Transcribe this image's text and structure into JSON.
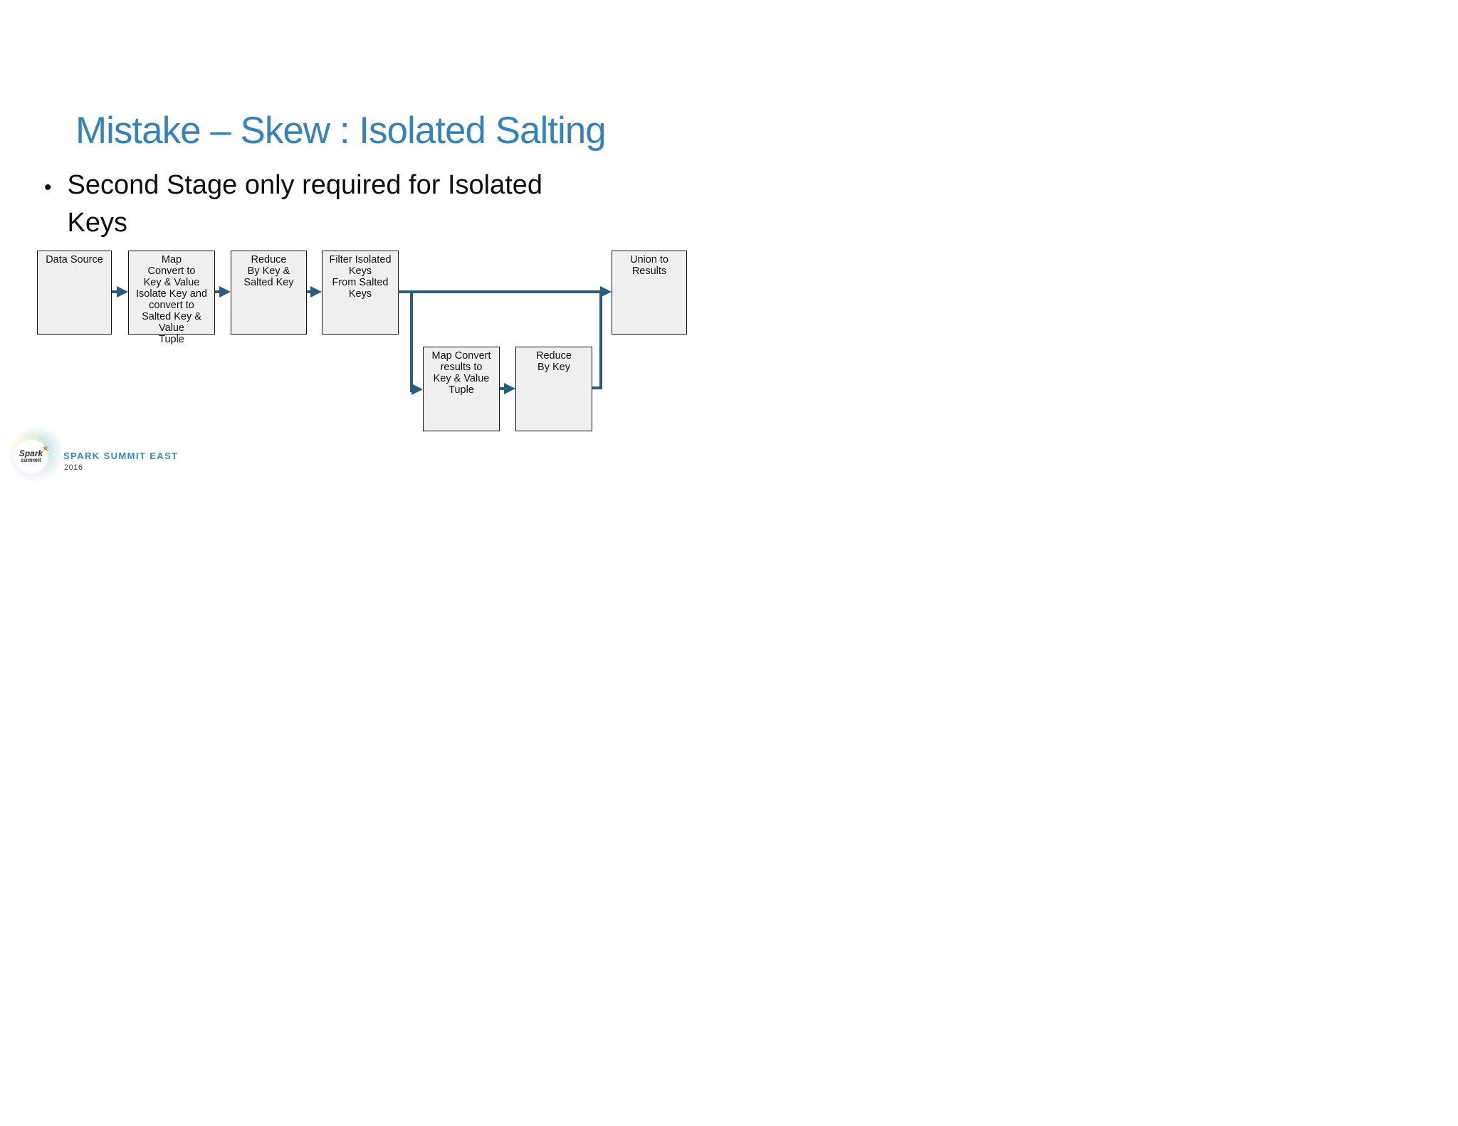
{
  "slide": {
    "title": "Mistake – Skew : Isolated Salting",
    "bullet": {
      "marker": "•",
      "text": "Second Stage only required for Isolated\nKeys"
    }
  },
  "diagram": {
    "type": "flowchart",
    "arrow_color": "#2a5d7d",
    "box_fill": "#f0eff0",
    "box_border": "#141414",
    "boxes": [
      {
        "id": "data-source",
        "label": "Data Source"
      },
      {
        "id": "map-convert-salted",
        "label": "Map\nConvert to\nKey & Value\nIsolate Key and\nconvert to\nSalted Key &\nValue\nTuple"
      },
      {
        "id": "reduce-by-key-salted",
        "label": "Reduce\nBy Key &\nSalted Key"
      },
      {
        "id": "filter-isolated-keys",
        "label": "Filter Isolated\nKeys\nFrom Salted\nKeys"
      },
      {
        "id": "map-convert-results",
        "label": "Map Convert\nresults to\nKey & Value\nTuple"
      },
      {
        "id": "reduce-by-key",
        "label": "Reduce\nBy Key"
      },
      {
        "id": "union-to-results",
        "label": "Union to\nResults"
      }
    ],
    "edges": [
      {
        "from": "data-source",
        "to": "map-convert-salted"
      },
      {
        "from": "map-convert-salted",
        "to": "reduce-by-key-salted"
      },
      {
        "from": "reduce-by-key-salted",
        "to": "filter-isolated-keys"
      },
      {
        "from": "filter-isolated-keys",
        "to": "union-to-results"
      },
      {
        "from": "filter-isolated-keys",
        "to": "map-convert-results"
      },
      {
        "from": "map-convert-results",
        "to": "reduce-by-key"
      },
      {
        "from": "reduce-by-key",
        "to": "union-to-results"
      }
    ]
  },
  "footer": {
    "logo_text_primary": "Spark",
    "logo_text_secondary": "summit",
    "star_icon": "★",
    "event_name": "SPARK SUMMIT EAST",
    "event_year": "2016",
    "brand_color": "#3a8abd"
  },
  "colors": {
    "title": "#3583bd",
    "body_text": "#0d0d0d"
  }
}
